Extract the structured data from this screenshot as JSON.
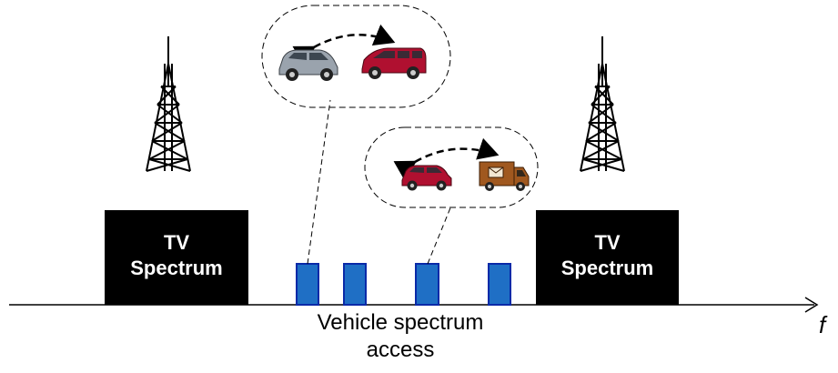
{
  "tv_left": {
    "line1": "TV",
    "line2": "Spectrum"
  },
  "tv_right": {
    "line1": "TV",
    "line2": "Spectrum"
  },
  "axis": {
    "label": "f"
  },
  "caption": {
    "line1": "Vehicle spectrum",
    "line2": "access"
  },
  "colors": {
    "tv_block": "#000000",
    "channel_fill": "#1f6fc5",
    "channel_stroke": "#0a2aa8",
    "car_silver": "#9aa3ad",
    "car_red": "#b01030",
    "truck_brown": "#a0581f"
  },
  "icons": [
    "tower-icon",
    "car-icon",
    "minivan-icon",
    "suv-icon",
    "delivery-truck-icon"
  ]
}
